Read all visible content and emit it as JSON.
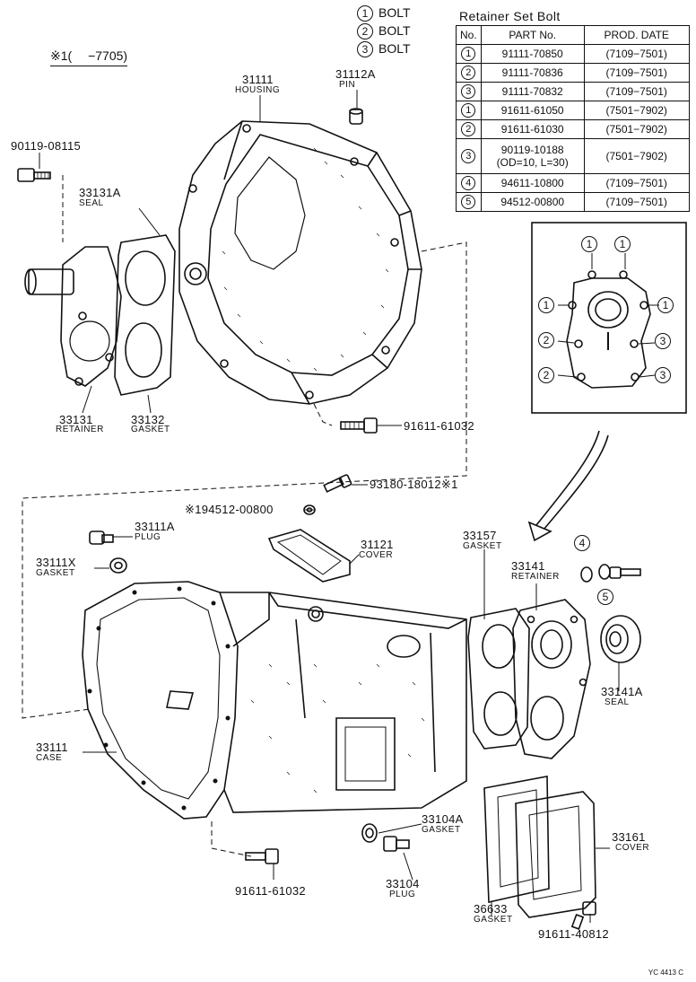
{
  "legend": [
    {
      "num": "1",
      "label": "BOLT"
    },
    {
      "num": "2",
      "label": "BOLT"
    },
    {
      "num": "3",
      "label": "BOLT"
    }
  ],
  "note": "※1(　 −7705)",
  "table": {
    "title": "Retainer Set Bolt",
    "headers": [
      "No.",
      "PART No.",
      "PROD. DATE"
    ],
    "rows": [
      {
        "no": "1",
        "part": "91111-70850",
        "date": "(7109−7501)"
      },
      {
        "no": "2",
        "part": "91111-70836",
        "date": "(7109−7501)"
      },
      {
        "no": "3",
        "part": "91111-70832",
        "date": "(7109−7501)"
      },
      {
        "no": "1",
        "part": "91611-61050",
        "date": "(7501−7902)"
      },
      {
        "no": "2",
        "part": "91611-61030",
        "date": "(7501−7902)"
      },
      {
        "no": "3",
        "part": "90119-10188",
        "part2": "(OD=10, L=30)",
        "date": "(7501−7902)"
      },
      {
        "no": "4",
        "part": "94611-10800",
        "date": "(7109−7501)"
      },
      {
        "no": "5",
        "part": "94512-00800",
        "date": "(7109−7501)"
      }
    ]
  },
  "detail_callouts": [
    "1",
    "1",
    "1",
    "1",
    "2",
    "3",
    "2",
    "3"
  ],
  "parts": {
    "housing": {
      "num": "31111",
      "name": "HOUSING"
    },
    "pin": {
      "num": "31112A",
      "name": "PIN"
    },
    "bolt_top_left": {
      "num": "90119-08115"
    },
    "seal_front": {
      "num": "33131A",
      "name": "SEAL"
    },
    "retainer_front": {
      "num": "33131",
      "name": "RETAINER"
    },
    "gasket_front": {
      "num": "33132",
      "name": "GASKET"
    },
    "bolt_housing": {
      "num": "91611-61032"
    },
    "bolt_93180": {
      "num": "93180-18012※1"
    },
    "washer_94512": {
      "num": "※194512-00800"
    },
    "plug_top": {
      "num": "33111A",
      "name": "PLUG"
    },
    "gasket_plug": {
      "num": "33111X",
      "name": "GASKET"
    },
    "cover_top": {
      "num": "31121",
      "name": "COVER"
    },
    "gasket_rear": {
      "num": "33157",
      "name": "GASKET"
    },
    "retainer_rear": {
      "num": "33141",
      "name": "RETAINER"
    },
    "seal_rear": {
      "num": "33141A",
      "name": "SEAL"
    },
    "case": {
      "num": "33111",
      "name": "CASE"
    },
    "gasket_drain": {
      "num": "33104A",
      "name": "GASKET"
    },
    "plug_drain": {
      "num": "33104",
      "name": "PLUG"
    },
    "cover_side": {
      "num": "33161",
      "name": "COVER"
    },
    "gasket_side": {
      "num": "36633",
      "name": "GASKET"
    },
    "bolt_bottom": {
      "num": "91611-61032"
    },
    "bolt_side": {
      "num": "91611-40812"
    }
  },
  "callout_4": "4",
  "callout_5": "5",
  "watermark": "YC 4413 C"
}
